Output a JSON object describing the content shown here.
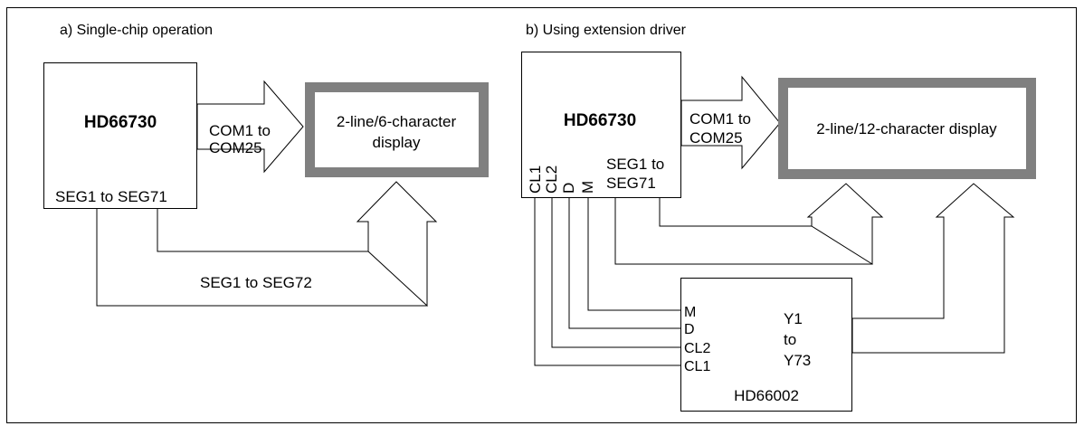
{
  "diagram_a": {
    "title": "a)  Single-chip operation",
    "chip_label": "HD66730",
    "seg_out_label": "SEG1 to SEG71",
    "com_label_line1": "COM1 to",
    "com_label_line2": "COM25",
    "display_line1": "2-line/6-character",
    "display_line2": "display",
    "seg_total_label": "SEG1 to SEG72"
  },
  "diagram_b": {
    "title": "b)  Using extension driver",
    "chip_label": "HD66730",
    "pins": [
      "CL1",
      "CL2",
      "D",
      "M"
    ],
    "seg_label_line1": "SEG1 to",
    "seg_label_line2": "SEG71",
    "com_label_line1": "COM1 to",
    "com_label_line2": "COM25",
    "display_label": "2-line/12-character display",
    "driver_label": "HD66002",
    "driver_inputs": [
      "M",
      "D",
      "CL2",
      "CL1"
    ],
    "driver_output_line1": "Y1",
    "driver_output_line2": "to",
    "driver_output_line3": "Y73"
  },
  "colors": {
    "display_frame": "#808080",
    "line": "#000000",
    "background": "#ffffff"
  }
}
